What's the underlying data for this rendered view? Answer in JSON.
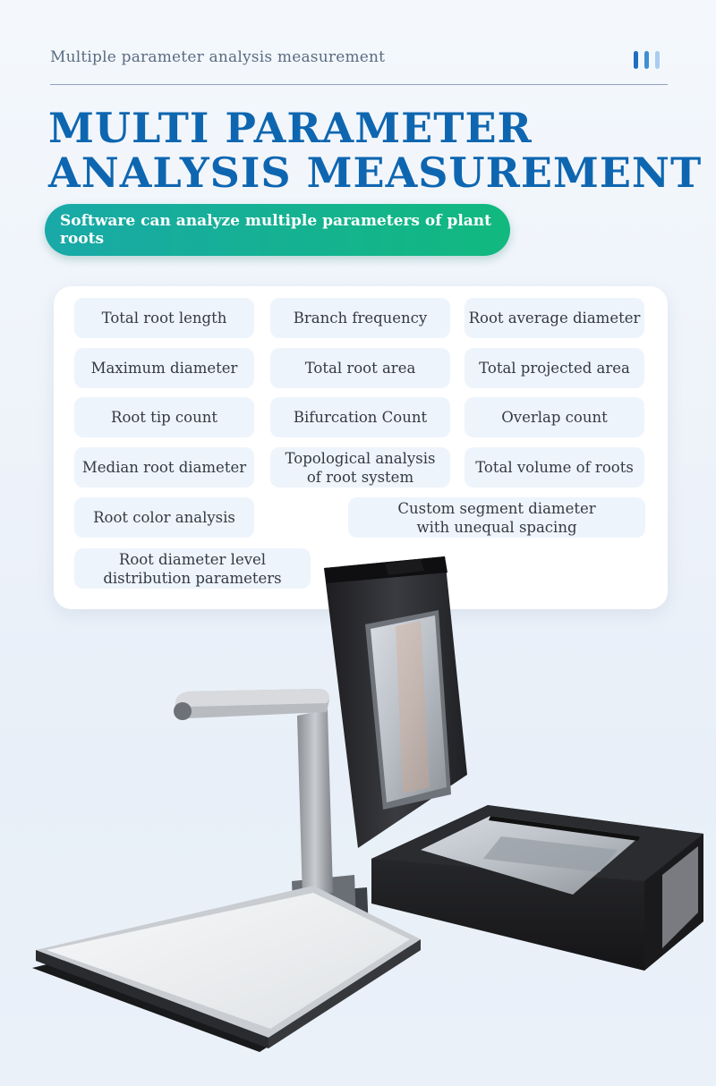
{
  "header": {
    "subtitle": "Multiple parameter analysis measurement",
    "title_line1": "MULTI PARAMETER",
    "title_line2": "ANALYSIS MEASUREMENT"
  },
  "banner": {
    "text": "Software can analyze multiple parameters of plant roots"
  },
  "parameters": [
    "Total root length",
    "Branch frequency",
    "Root average diameter",
    "Maximum diameter",
    "Total root area",
    "Total projected area",
    "Root tip count",
    "Bifurcation Count",
    "Overlap count",
    "Median root diameter",
    "Topological analysis\nof root system",
    "Total volume of roots",
    "Root color analysis",
    "Custom segment diameter\nwith unequal spacing",
    "Root diameter level\ndistribution parameters"
  ],
  "colors": {
    "title": "#0e66b0",
    "accent_bar_dark": "#1e6fc0",
    "accent_bar_mid": "#3e8fd4",
    "accent_bar_light": "#a9cdee",
    "banner_start": "#19a9a8",
    "banner_end": "#11b97e"
  },
  "icons": [
    "decorative-bars-icon",
    "scanner-image",
    "light-box-image",
    "camera-stand-image"
  ]
}
